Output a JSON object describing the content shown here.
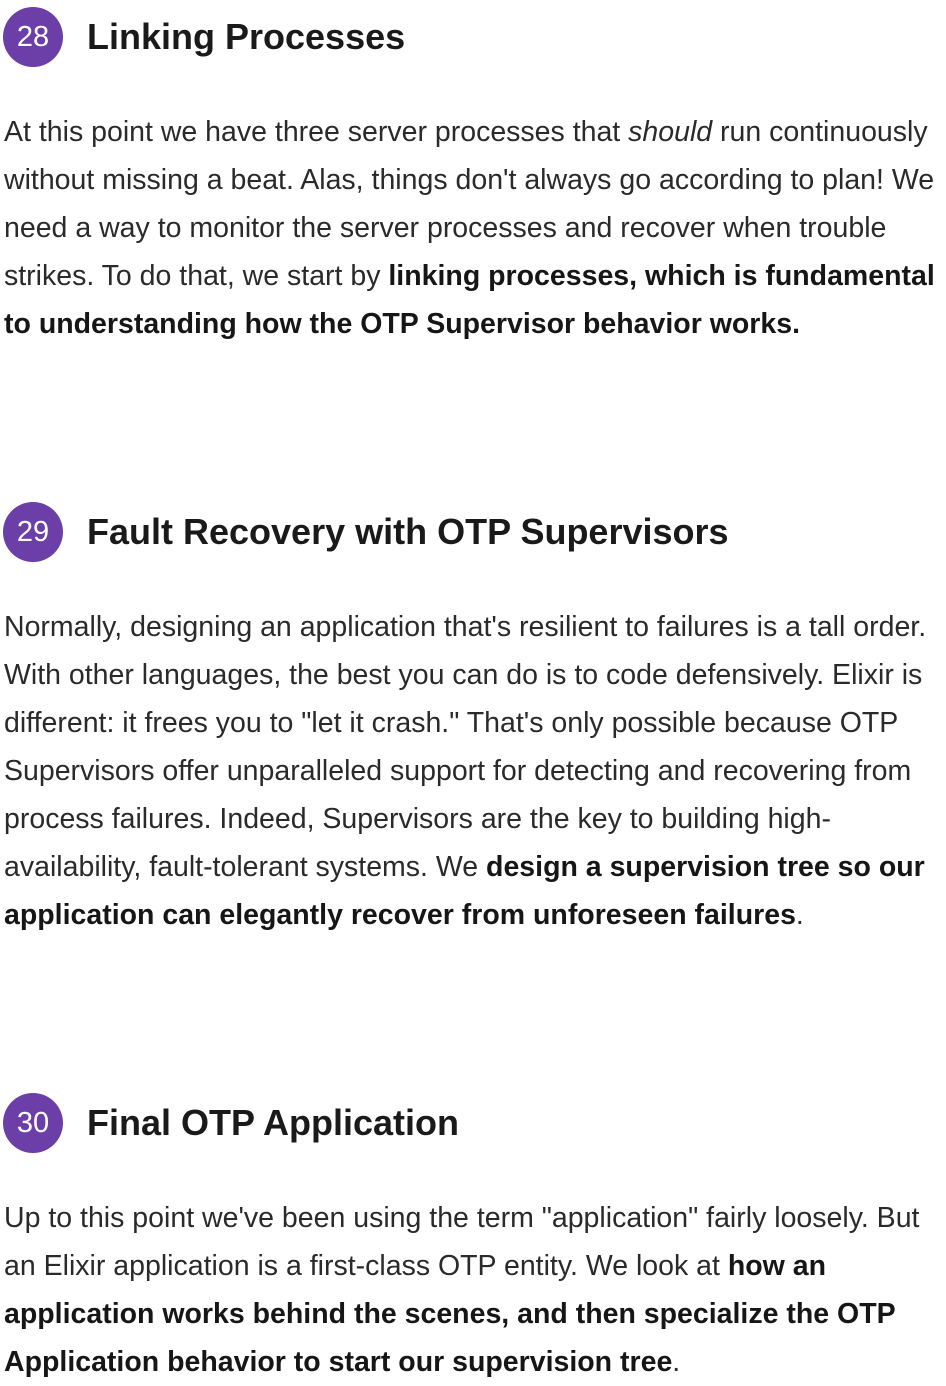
{
  "colors": {
    "badge_bg": "#6b3fa7",
    "badge_text": "#ffffff",
    "body_text": "#2a2a2a",
    "heading_text": "#1a1a1a"
  },
  "sections": [
    {
      "number": "28",
      "title": "Linking Processes",
      "body": {
        "t1": "At this point we have three server processes that ",
        "em1": "should",
        "t2": " run continuously without missing a beat. Alas, things don't always go according to plan! We need a way to monitor the server processes and recover when trouble strikes. To do that, we start by ",
        "strong1": "linking processes, which is fundamental to understanding how the OTP Supervisor behavior works."
      }
    },
    {
      "number": "29",
      "title": "Fault Recovery with OTP Supervisors",
      "body": {
        "t1": "Normally, designing an application that's resilient to failures is a tall order. With other languages, the best you can do is to code defensively. Elixir is different: it frees you to \"let it crash.\" That's only possible because OTP Supervisors offer unparalleled support for detecting and recovering from process failures. Indeed, Supervisors are the key to building high-availability, fault-tolerant systems. We ",
        "strong1": "design a supervision tree so our application can elegantly recover from unforeseen failures",
        "t2": "."
      }
    },
    {
      "number": "30",
      "title": "Final OTP Application",
      "body": {
        "t1": "Up to this point we've been using the term \"application\" fairly loosely. But an Elixir application is a first-class OTP entity. We look at ",
        "strong1": "how an application works behind the scenes, and then specialize the OTP Application behavior to start our supervision tree",
        "t2": "."
      }
    }
  ]
}
